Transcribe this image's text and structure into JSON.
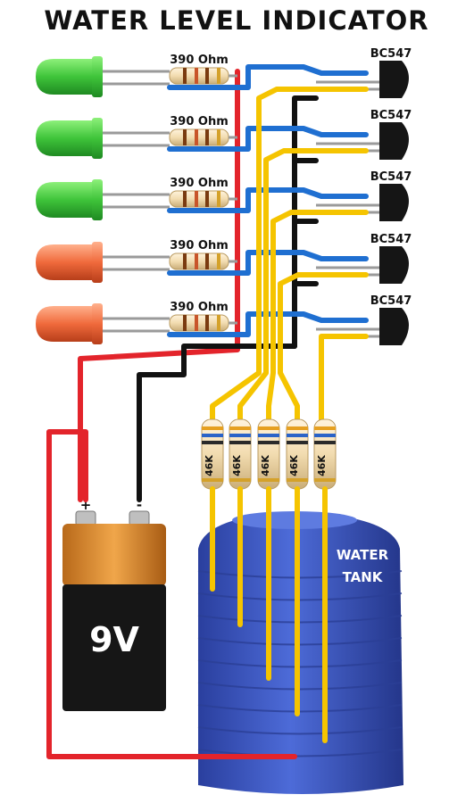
{
  "title": "WATER LEVEL INDICATOR",
  "colors": {
    "led_green": "#3fc43a",
    "led_orange": "#f06a3c",
    "wire_red": "#e3242b",
    "wire_blue": "#1f6fd1",
    "wire_yellow": "#f5c400",
    "wire_black": "#111111",
    "tank": "#3a58c4",
    "battery_top": "#d98a2a",
    "battery_body": "#1a1a1a"
  },
  "leds": [
    {
      "color": "green",
      "resistor": "390 Ohm",
      "transistor": "BC547"
    },
    {
      "color": "green",
      "resistor": "390 Ohm",
      "transistor": "BC547"
    },
    {
      "color": "green",
      "resistor": "390 Ohm",
      "transistor": "BC547"
    },
    {
      "color": "orange",
      "resistor": "390 Ohm",
      "transistor": "BC547"
    },
    {
      "color": "orange",
      "resistor": "390 Ohm",
      "transistor": "BC547"
    }
  ],
  "base_resistors": [
    "46K",
    "46K",
    "46K",
    "46K",
    "46K"
  ],
  "battery": {
    "label": "9V",
    "plus": "+",
    "minus": "-"
  },
  "tank": {
    "line1": "WATER",
    "line2": "TANK"
  }
}
